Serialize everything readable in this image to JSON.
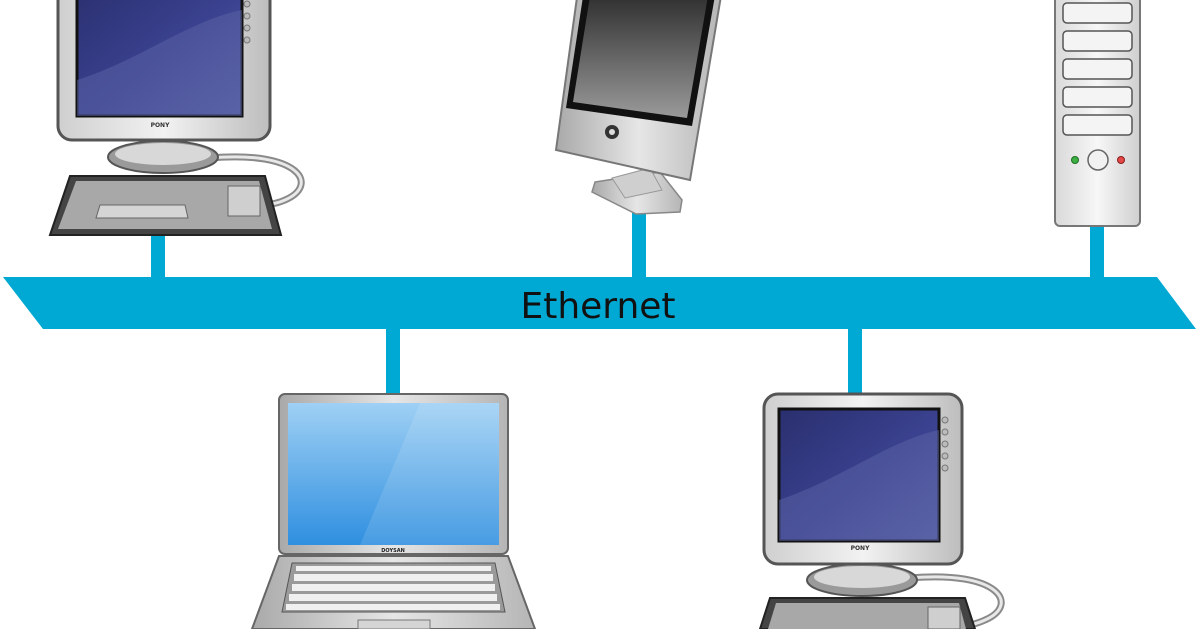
{
  "network": {
    "bus_label": "Ethernet",
    "bus_color": "#00a8d4",
    "devices": [
      {
        "type": "crt-desktop-computer",
        "brand": "PONY"
      },
      {
        "type": "all-in-one-computer",
        "brand": ""
      },
      {
        "type": "tower-server",
        "brand": ""
      },
      {
        "type": "laptop-computer",
        "brand": "DOYSAN"
      },
      {
        "type": "crt-desktop-computer",
        "brand": "PONY"
      }
    ]
  }
}
